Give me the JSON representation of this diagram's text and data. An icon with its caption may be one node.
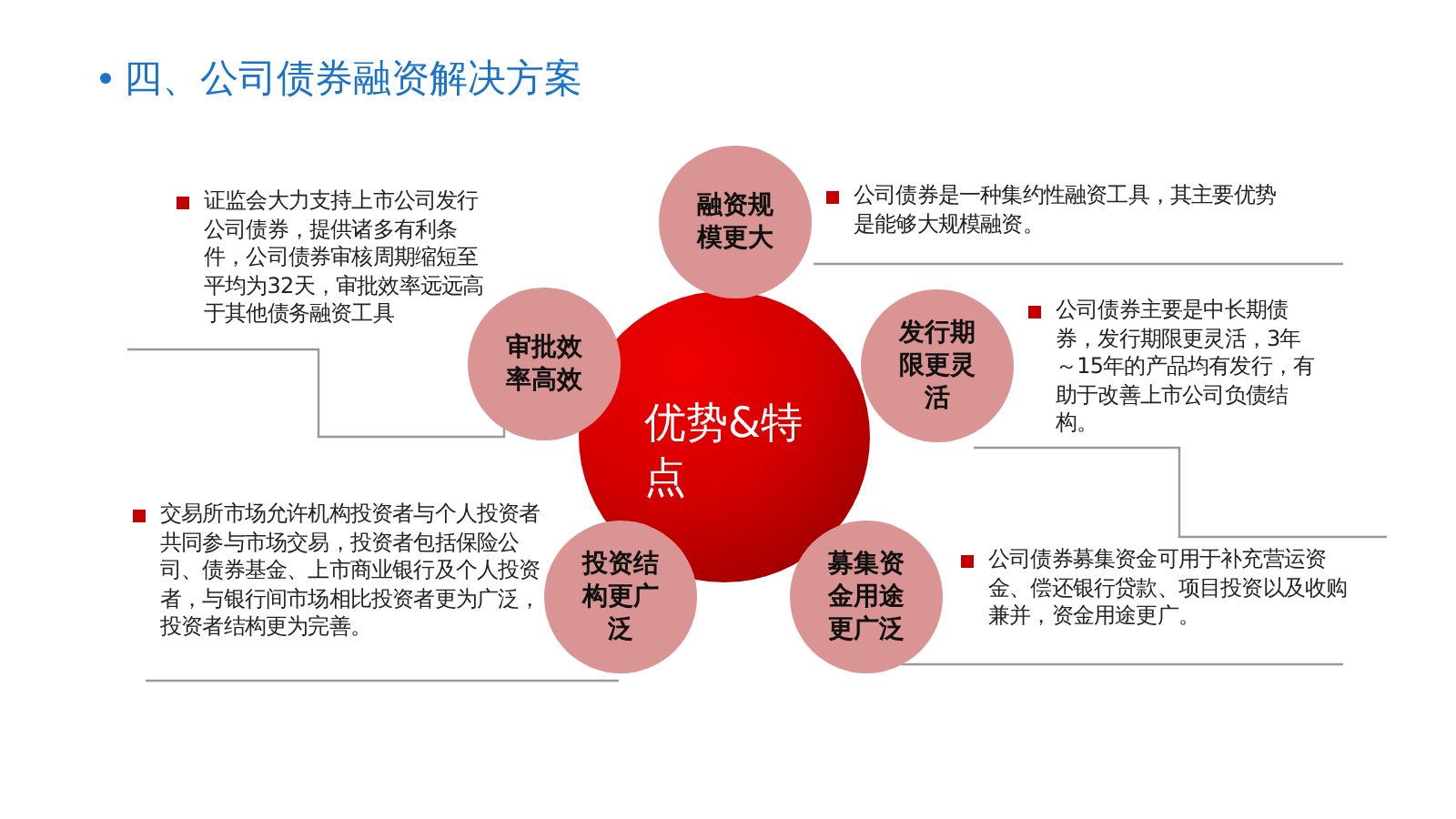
{
  "diagram": {
    "title": "四、公司债券融资解决方案",
    "nodes": [
      {
        "text": [
          "优势&特点"
        ]
      },
      {
        "text": [
          "融资规模更大"
        ],
        "beside": [
          "公司债券是一种集约性融资工具，其主要优势是能够大规模融资。"
        ]
      },
      {
        "text": [
          "发行期限更灵活"
        ],
        "beside": [
          "公司债券主要是中长期债券，发行期限更灵活，3年～15年的产品均有发行，有助于改善上市公司负债结构。"
        ]
      },
      {
        "text": [
          "募集资金用途更广泛"
        ],
        "beside": [
          "公司债券募集资金可用于补充营运资金、偿还银行贷款、项目投资以及收购兼并，资金用途更广。"
        ]
      },
      {
        "text": [
          "投资结构更广泛"
        ],
        "beside": [
          "交易所市场允许机构投资者与个人投资者共同参与市场交易，投资者包括保险公司、债券基金、上市商业银行及个人投资者，与银行间市场相比投资者更为广泛，投资者结构更为完善。"
        ]
      },
      {
        "text": [
          "审批效率高效"
        ],
        "beside": [
          "证监会大力支持上市公司发行公司债券，提供诸多有利条件，公司债券审核周期缩短至平均为32天，审批效率远远高于其他债务融资工具"
        ]
      }
    ]
  }
}
